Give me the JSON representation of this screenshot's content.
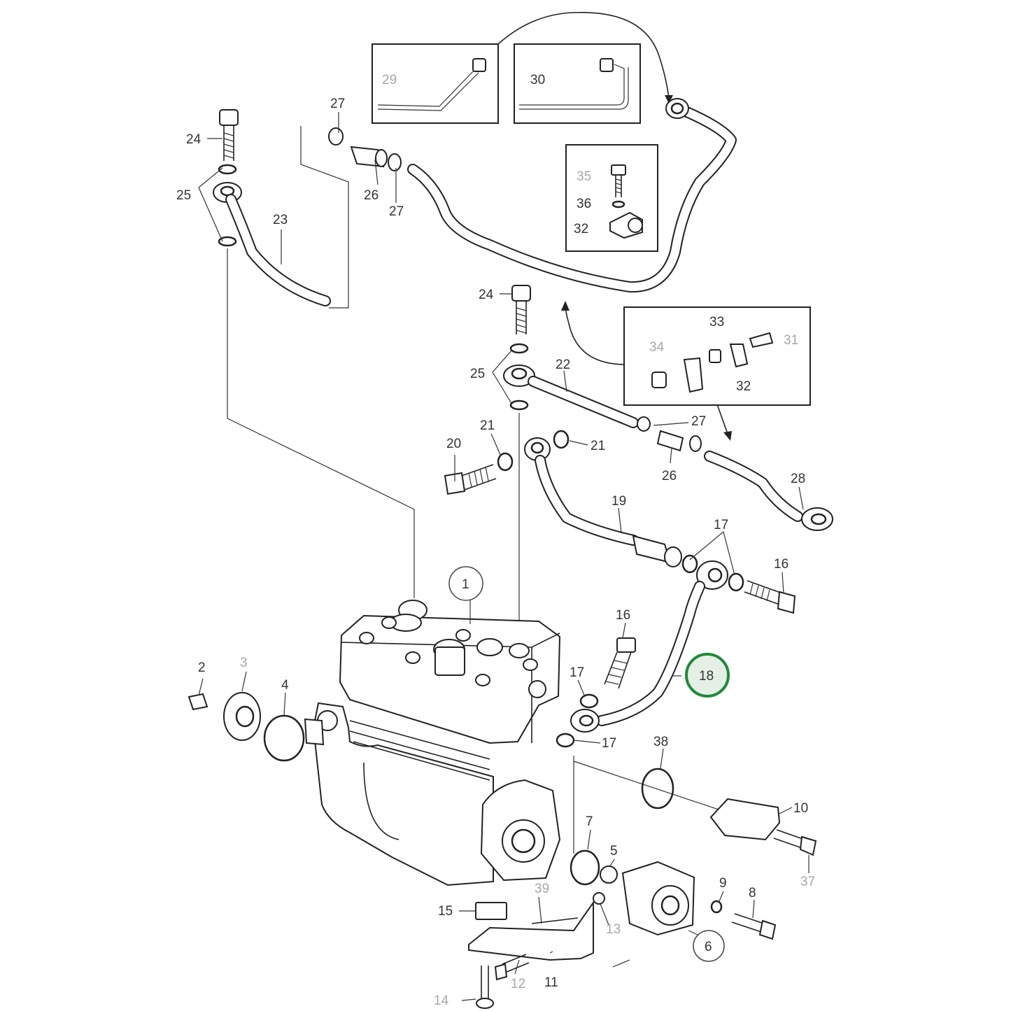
{
  "diagram": {
    "callouts": {
      "c1": "1",
      "c2": "2",
      "c3": "3",
      "c4": "4",
      "c5": "5",
      "c6": "6",
      "c7": "7",
      "c8": "8",
      "c9": "9",
      "c10": "10",
      "c11": "11",
      "c12": "12",
      "c13": "13",
      "c14": "14",
      "c15": "15",
      "c16a": "16",
      "c16b": "16",
      "c17a": "17",
      "c17b": "17",
      "c17c": "17",
      "c18": "18",
      "c19": "19",
      "c20": "20",
      "c21a": "21",
      "c21b": "21",
      "c22": "22",
      "c23": "23",
      "c24a": "24",
      "c24b": "24",
      "c25a": "25",
      "c25b": "25",
      "c26a": "26",
      "c26b": "26",
      "c27a": "27",
      "c27b": "27",
      "c27c": "27",
      "c28": "28",
      "c29": "29",
      "c30": "30",
      "c31": "31",
      "c32a": "32",
      "c32b": "32",
      "c33": "33",
      "c34": "34",
      "c35": "35",
      "c36": "36",
      "c37": "37",
      "c38": "38",
      "c39": "39"
    },
    "highlight_color": "#1f8a3a"
  }
}
